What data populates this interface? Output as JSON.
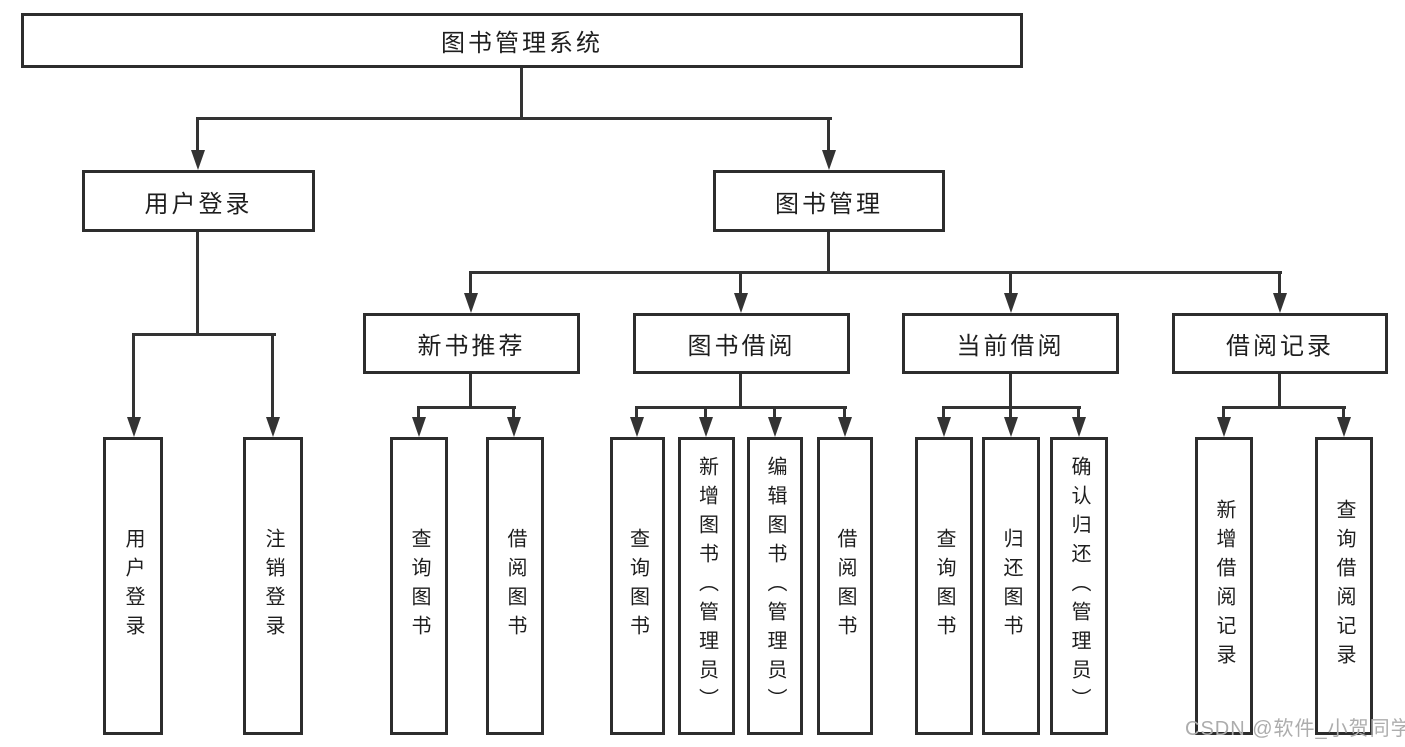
{
  "diagram": {
    "root": {
      "label": "图书管理系统"
    },
    "login_branch": {
      "label": "用户登录",
      "children": [
        {
          "label": "用户登录"
        },
        {
          "label": "注销登录"
        }
      ]
    },
    "mgmt_branch": {
      "label": "图书管理",
      "sections": [
        {
          "label": "新书推荐",
          "children": [
            {
              "label": "查询图书"
            },
            {
              "label": "借阅图书"
            }
          ]
        },
        {
          "label": "图书借阅",
          "children": [
            {
              "label": "查询图书"
            },
            {
              "label": "新增图书（管理员）"
            },
            {
              "label": "编辑图书（管理员）"
            },
            {
              "label": "借阅图书"
            }
          ]
        },
        {
          "label": "当前借阅",
          "children": [
            {
              "label": "查询图书"
            },
            {
              "label": "归还图书"
            },
            {
              "label": "确认归还（管理员）"
            }
          ]
        },
        {
          "label": "借阅记录",
          "children": [
            {
              "label": "新增借阅记录"
            },
            {
              "label": "查询借阅记录"
            }
          ]
        }
      ]
    }
  },
  "watermark": "CSDN @软件_小贺同学",
  "colors": {
    "line": "#333333",
    "border": "#2d2d2d",
    "text": "#1e1e1e",
    "watermark": "#adadad",
    "background": "#ffffff"
  }
}
